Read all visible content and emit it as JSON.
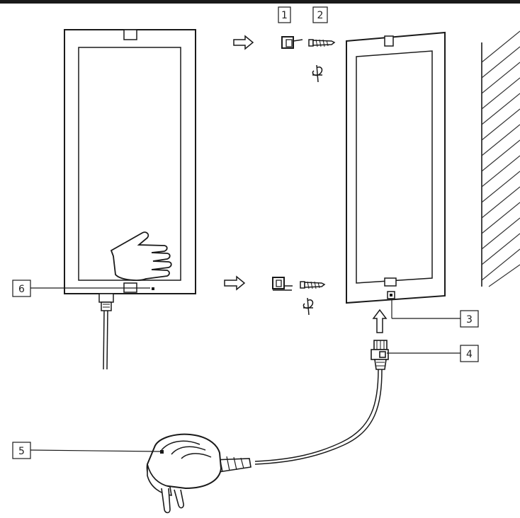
{
  "diagram": {
    "callouts": [
      {
        "id": "c1",
        "label": "1"
      },
      {
        "id": "c2",
        "label": "2"
      },
      {
        "id": "c3",
        "label": "3"
      },
      {
        "id": "c4",
        "label": "4"
      },
      {
        "id": "c5",
        "label": "5"
      },
      {
        "id": "c6",
        "label": "6"
      }
    ],
    "colors": {
      "stroke": "#1a1a1a",
      "frame_fill": "#ffffff",
      "glass_fill": "#ffffff",
      "hatch": "#333333"
    },
    "icons": [
      "arrow-right-icon",
      "arrow-up-icon",
      "hand-icon",
      "screw-icon",
      "wall-plug-icon",
      "bracket-icon",
      "power-adapter-icon",
      "connector-icon"
    ]
  }
}
